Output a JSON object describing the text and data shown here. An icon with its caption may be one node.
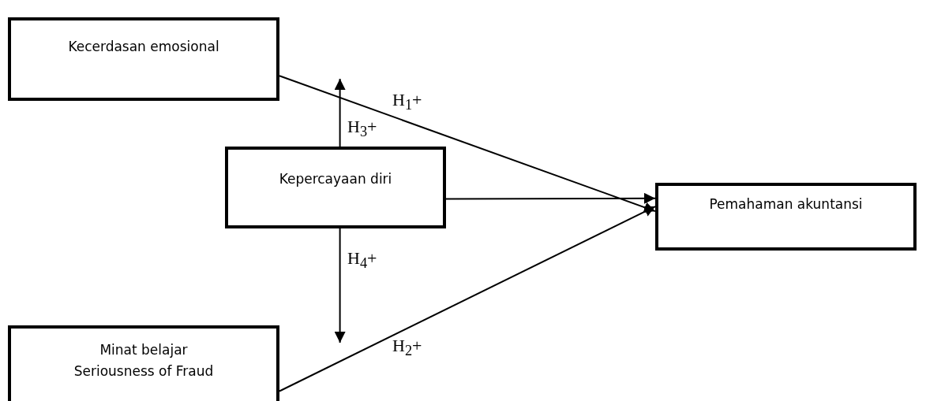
{
  "diagram": {
    "nodes": [
      {
        "text": [
          "Kecerdasan emosional"
        ]
      },
      {
        "text": [
          "Kepercayaan diri"
        ]
      },
      {
        "text": [
          "Pemahaman akuntansi"
        ]
      },
      {
        "text": [
          "Minat belajar",
          "Seriousness of Fraud"
        ]
      }
    ],
    "edges": [
      {
        "from": 0,
        "to": 2,
        "arrow": "to",
        "label": "H$_{1}$+"
      },
      {
        "from": 3,
        "to": 2,
        "arrow": "to",
        "label": "H$_{2}$+"
      },
      {
        "from": 1,
        "to": 2,
        "arrow": "to"
      },
      {
        "from": 1,
        "to": null,
        "arrow": "to",
        "label": "H$_{3}$+"
      },
      {
        "from": 1,
        "to": null,
        "arrow": "to",
        "label": "H$_{4}$+"
      }
    ]
  }
}
